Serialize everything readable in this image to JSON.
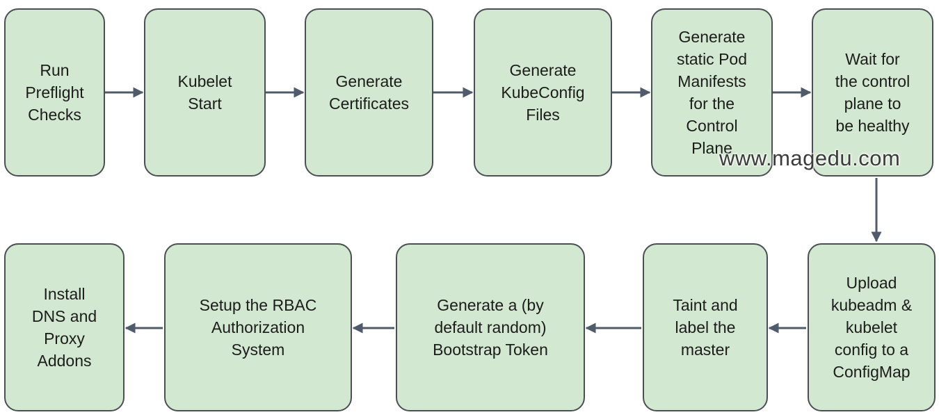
{
  "diagram": {
    "steps": [
      {
        "id": "run-preflight-checks",
        "label": "Run\nPreflight\nChecks"
      },
      {
        "id": "kubelet-start",
        "label": "Kubelet\nStart"
      },
      {
        "id": "generate-certificates",
        "label": "Generate\nCertificates"
      },
      {
        "id": "generate-kubeconfig-files",
        "label": "Generate\nKubeConfig\nFiles"
      },
      {
        "id": "generate-static-pod-manifests",
        "label": "Generate\nstatic Pod\nManifests\nfor the\nControl\nPlane"
      },
      {
        "id": "wait-control-plane-healthy",
        "label": "Wait for\nthe control\nplane to\nbe healthy"
      },
      {
        "id": "upload-config-configmap",
        "label": "Upload\nkubeadm &\nkubelet\nconfig to a\nConfigMap"
      },
      {
        "id": "taint-label-master",
        "label": "Taint and\nlabel the\nmaster"
      },
      {
        "id": "generate-bootstrap-token",
        "label": "Generate a (by\ndefault random)\nBootstrap Token"
      },
      {
        "id": "setup-rbac",
        "label": "Setup the RBAC\nAuthorization\nSystem"
      },
      {
        "id": "install-addons",
        "label": "Install\nDNS and\nProxy\nAddons"
      }
    ],
    "edges": [
      {
        "from": "run-preflight-checks",
        "to": "kubelet-start"
      },
      {
        "from": "kubelet-start",
        "to": "generate-certificates"
      },
      {
        "from": "generate-certificates",
        "to": "generate-kubeconfig-files"
      },
      {
        "from": "generate-kubeconfig-files",
        "to": "generate-static-pod-manifests"
      },
      {
        "from": "generate-static-pod-manifests",
        "to": "wait-control-plane-healthy"
      },
      {
        "from": "wait-control-plane-healthy",
        "to": "upload-config-configmap"
      },
      {
        "from": "upload-config-configmap",
        "to": "taint-label-master"
      },
      {
        "from": "taint-label-master",
        "to": "generate-bootstrap-token"
      },
      {
        "from": "generate-bootstrap-token",
        "to": "setup-rbac"
      },
      {
        "from": "setup-rbac",
        "to": "install-addons"
      }
    ],
    "colors": {
      "box_fill": "#d3e8d0",
      "box_border": "#4a4f55",
      "arrow": "#4f5a6b",
      "text": "#1c1c1c"
    }
  },
  "watermark": {
    "text": "www.magedu.com"
  }
}
